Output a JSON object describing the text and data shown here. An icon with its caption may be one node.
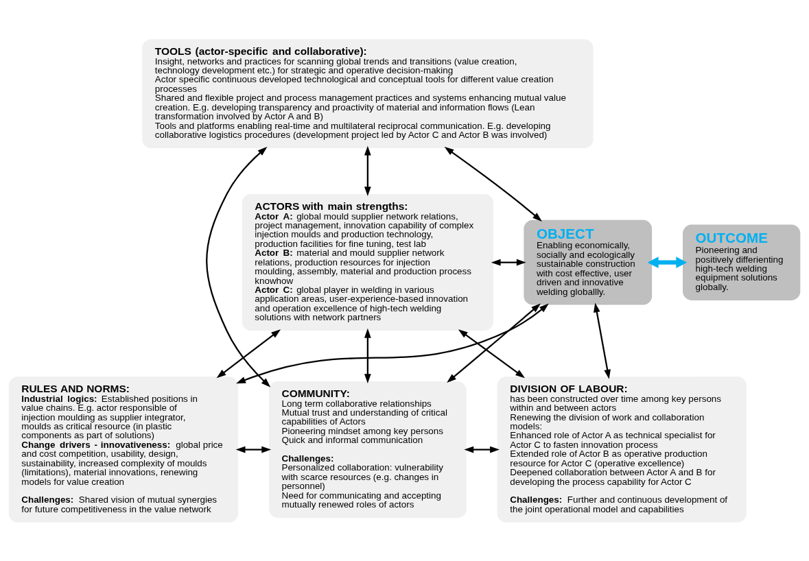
{
  "diagram": {
    "nodes": [
      {
        "text": [
          "TOOLS (actor-specific and collaborative):",
          "Insight, networks and practices for scanning global trends and transitions (value creation, technology development etc.) for strategic and operative decision-making",
          "Actor specific continuous developed technological and conceptual tools for different value creation processes",
          "Shared and flexible project and process management practices and systems enhancing mutual value creation. E.g. developing transparency and proactivity of material and information flows (Lean transformation involved by Actor A and B)",
          "Tools and platforms enabling real-time and multilateral reciprocal communication. E.g. developing collaborative logistics procedures (development project led by Actor C and Actor B was involved)"
        ]
      },
      {
        "text": [
          "ACTORS with main strengths:",
          "**Actor A:** global mould supplier network relations, project management, innovation capability of complex injection moulds and production technology, production facilities for fine tuning, test lab",
          "**Actor B:** material and mould supplier network relations, production resources for injection moulding, assembly, material and production process knowhow",
          "**Actor C:** global player in welding in various application areas, user-experience-based innovation and operation excellence of high-tech welding solutions with network partners"
        ]
      },
      {
        "text": [
          "OBJECT",
          "Enabling economically, socially and ecologically sustainable construction with cost effective, user driven and innovative welding globallly."
        ]
      },
      {
        "text": [
          "OUTCOME",
          "Pioneering and positively differienting high-tech welding equipment solutions globally."
        ]
      },
      {
        "text": [
          "RULES AND NORMS:",
          "**Industrial logics:** Established positions in value chains. E.g. actor responsible of injection moulding as supplier integrator, moulds as critical resource (in plastic components as part of solutions)",
          "**Change drivers - innovativeness:** global price and cost competition, usability, design, sustainability, increased complexity of moulds (limitations), material innovations, renewing models for value creation",
          "**Challenges:** Shared vision of mutual synergies for future competitiveness in the value network"
        ]
      },
      {
        "text": [
          "COMMUNITY:",
          "Long term collaborative relationships",
          "Mutual trust and understanding of critical capabilities of Actors",
          "Pioneering mindset among key persons",
          "Quick and informal communication",
          "Challenges:",
          "Personalized collaboration: vulnerability with scarce resources (e.g. changes in personnel)",
          "Need for communicating and accepting mutually renewed roles of actors"
        ]
      },
      {
        "text": [
          "DIVISION OF LABOUR:",
          "has been constructed over time among key persons within and between actors",
          "Renewing the division of work and collaboration models:",
          "Enhanced role of Actor A as technical specialist for Actor C to fasten innovation process",
          "Extended role of Actor B as operative production resource for Actor C (operative excellence)",
          "Deepened collaboration between Actor A and B for developing the process capability for Actor C",
          "**Challenges:** Further and continuous development of the joint operational model and capabilities"
        ]
      }
    ],
    "edges": [
      {
        "from": 0,
        "to": 1,
        "arrow": "both"
      },
      {
        "from": 0,
        "to": 2,
        "arrow": "both"
      },
      {
        "from": 0,
        "to": 5,
        "arrow": "both"
      },
      {
        "from": 1,
        "to": 2,
        "arrow": "both"
      },
      {
        "from": 1,
        "to": 4,
        "arrow": "both"
      },
      {
        "from": 1,
        "to": 5,
        "arrow": "both"
      },
      {
        "from": 1,
        "to": 6,
        "arrow": "both"
      },
      {
        "from": 2,
        "to": 4,
        "arrow": "both"
      },
      {
        "from": 2,
        "to": 5,
        "arrow": "both"
      },
      {
        "from": 2,
        "to": 6,
        "arrow": "both"
      },
      {
        "from": 4,
        "to": 5,
        "arrow": "both"
      },
      {
        "from": 5,
        "to": 6,
        "arrow": "both"
      },
      {
        "from": 2,
        "to": 3,
        "arrow": "both",
        "style": "thick",
        "color": "#00b0f0"
      }
    ]
  }
}
